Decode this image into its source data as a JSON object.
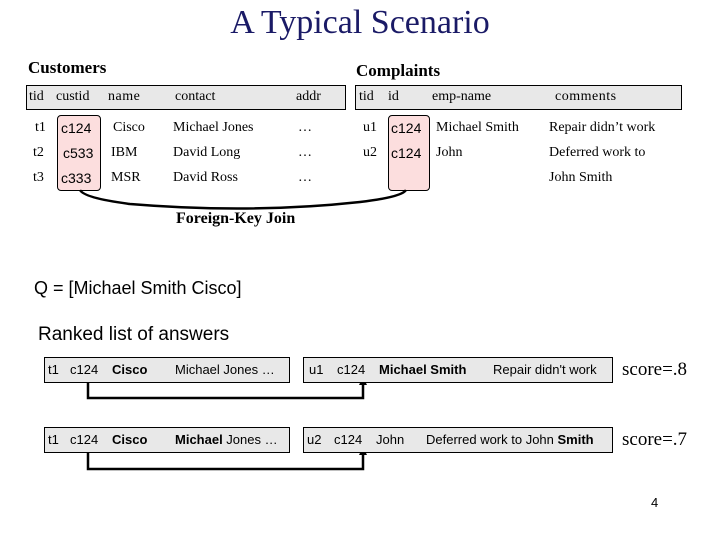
{
  "title": "A Typical Scenario",
  "customers": {
    "label": "Customers",
    "columns": [
      "tid",
      "custid",
      "name",
      "contact",
      "addr"
    ],
    "rows": [
      {
        "tid": "t1",
        "custid": "c124",
        "name": "Cisco",
        "contact": "Michael Jones",
        "addr": "…"
      },
      {
        "tid": "t2",
        "custid": "c533",
        "name": "IBM",
        "contact": "David Long",
        "addr": "…"
      },
      {
        "tid": "t3",
        "custid": "c333",
        "name": "MSR",
        "contact": "David Ross",
        "addr": "…"
      }
    ]
  },
  "complaints": {
    "label": "Complaints",
    "columns": [
      "tid",
      "id",
      "emp-name",
      "comments"
    ],
    "rows": [
      {
        "tid": "u1",
        "id": "c124",
        "emp": "Michael Smith",
        "comments": "Repair didn’t work"
      },
      {
        "tid": "u2",
        "id": "c124",
        "emp": "John",
        "comments": "Deferred work to"
      },
      {
        "tid": "",
        "id": "",
        "emp": "",
        "comments": "John Smith"
      }
    ]
  },
  "join_label": "Foreign-Key Join",
  "query": "Q = [Michael Smith Cisco]",
  "ranked_label": "Ranked list of answers",
  "answers": [
    {
      "c_tid": "t1",
      "c_id": "c124",
      "c_name": "Cisco",
      "c_contact_bold": "",
      "c_contact": "Michael Jones …",
      "u_tid": "u1",
      "u_id": "c124",
      "u_emp": "Michael Smith",
      "u_comment": "Repair didn't work",
      "u_comment_bold": "",
      "score": "score=.8"
    },
    {
      "c_tid": "t1",
      "c_id": "c124",
      "c_name": "Cisco",
      "c_contact_bold": "Michael",
      "c_contact": " Jones …",
      "u_tid": "u2",
      "u_id": "c124",
      "u_emp": "John",
      "u_comment": "Deferred work to John ",
      "u_comment_bold": "Smith",
      "score": "score=.7"
    }
  ],
  "page_number": "4",
  "colors": {
    "title": "#1a1a66",
    "header_bar": "#e8e8e8",
    "key_highlight": "#fcdede"
  }
}
